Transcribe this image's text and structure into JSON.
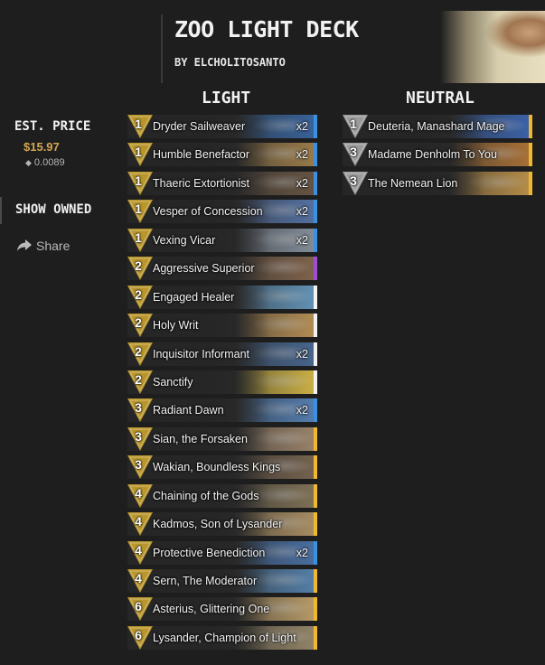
{
  "deck": {
    "title": "ZOO LIGHT DECK",
    "author": "BY ELCHOLITOSANTO"
  },
  "sidebar": {
    "price_label": "EST. PRICE",
    "price_usd": "$15.97",
    "price_dust": "0.0089",
    "show_owned": "SHOW OWNED",
    "share": "Share"
  },
  "colors": {
    "light_gem": "#b9962c",
    "neutral_gem": "#9a9a9a",
    "common": "#f2f2f2",
    "rare": "#3d8fe0",
    "epic": "#9c4fd0",
    "legendary": "#f0b830"
  },
  "columns": {
    "light": {
      "title": "LIGHT",
      "cards": [
        {
          "cost": "1",
          "name": "Dryder Sailweaver",
          "qty": "x2",
          "rarity": "rare",
          "art": "#3b6aa8"
        },
        {
          "cost": "1",
          "name": "Humble Benefactor",
          "qty": "x2",
          "rarity": "rare",
          "art": "#a8864e"
        },
        {
          "cost": "1",
          "name": "Thaeric Extortionist",
          "qty": "x2",
          "rarity": "rare",
          "art": "#6d5a46"
        },
        {
          "cost": "1",
          "name": "Vesper of Concession",
          "qty": "x2",
          "rarity": "rare",
          "art": "#5a7ab0"
        },
        {
          "cost": "1",
          "name": "Vexing Vicar",
          "qty": "x2",
          "rarity": "rare",
          "art": "#8e9aa8"
        },
        {
          "cost": "2",
          "name": "Aggressive Superior",
          "qty": "",
          "rarity": "epic",
          "art": "#8a6a50"
        },
        {
          "cost": "2",
          "name": "Engaged Healer",
          "qty": "",
          "rarity": "common",
          "art": "#6aa0c8"
        },
        {
          "cost": "2",
          "name": "Holy Writ",
          "qty": "",
          "rarity": "common",
          "art": "#c49a5a"
        },
        {
          "cost": "2",
          "name": "Inquisitor Informant",
          "qty": "x2",
          "rarity": "common",
          "art": "#4c6e9a"
        },
        {
          "cost": "2",
          "name": "Sanctify",
          "qty": "",
          "rarity": "common",
          "art": "#e0c24a"
        },
        {
          "cost": "3",
          "name": "Radiant Dawn",
          "qty": "x2",
          "rarity": "rare",
          "art": "#5a88c0"
        },
        {
          "cost": "3",
          "name": "Sian, the Forsaken",
          "qty": "",
          "rarity": "legendary",
          "art": "#a88e72"
        },
        {
          "cost": "3",
          "name": "Wakian, Boundless Kings",
          "qty": "",
          "rarity": "legendary",
          "art": "#7e6a54"
        },
        {
          "cost": "4",
          "name": "Chaining of the Gods",
          "qty": "",
          "rarity": "legendary",
          "art": "#8a7a5c"
        },
        {
          "cost": "4",
          "name": "Kadmos, Son of Lysander",
          "qty": "",
          "rarity": "legendary",
          "art": "#b89a6a"
        },
        {
          "cost": "4",
          "name": "Protective Benediction",
          "qty": "x2",
          "rarity": "rare",
          "art": "#4e78b0"
        },
        {
          "cost": "4",
          "name": "Sern, The Moderator",
          "qty": "",
          "rarity": "legendary",
          "art": "#5a8ab8"
        },
        {
          "cost": "6",
          "name": "Asterius, Glittering One",
          "qty": "",
          "rarity": "legendary",
          "art": "#c8a870"
        },
        {
          "cost": "6",
          "name": "Lysander, Champion of Light",
          "qty": "",
          "rarity": "legendary",
          "art": "#a09070"
        }
      ]
    },
    "neutral": {
      "title": "NEUTRAL",
      "cards": [
        {
          "cost": "1",
          "name": "Deuteria, Manashard Mage",
          "qty": "",
          "rarity": "legendary",
          "art": "#3e6ab8"
        },
        {
          "cost": "3",
          "name": "Madame Denholm To You",
          "qty": "",
          "rarity": "legendary",
          "art": "#b87a3a"
        },
        {
          "cost": "3",
          "name": "The Nemean Lion",
          "qty": "",
          "rarity": "legendary",
          "art": "#c89a4e"
        }
      ]
    }
  }
}
